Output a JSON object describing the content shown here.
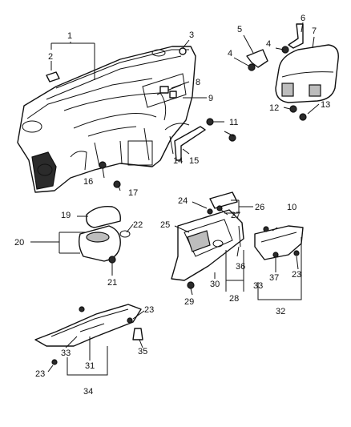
{
  "diagram": {
    "type": "exploded-parts-diagram",
    "callouts": {
      "c1": "1",
      "c2": "2",
      "c3": "3",
      "c4a": "4",
      "c4b": "4",
      "c5": "5",
      "c6": "6",
      "c7": "7",
      "c8": "8",
      "c9": "9",
      "c10": "10",
      "c11": "11",
      "c12": "12",
      "c13": "13",
      "c14": "14",
      "c15": "15",
      "c16": "16",
      "c17": "17",
      "c19": "19",
      "c20": "20",
      "c21": "21",
      "c22": "22",
      "c23a": "23",
      "c23b": "23",
      "c23c": "23",
      "c24": "24",
      "c25": "25",
      "c26": "26",
      "c27": "27",
      "c28": "28",
      "c29": "29",
      "c30": "30",
      "c31": "31",
      "c32": "32",
      "c33a": "33",
      "c33b": "33",
      "c34": "34",
      "c35": "35",
      "c36": "36",
      "c37": "37"
    }
  }
}
